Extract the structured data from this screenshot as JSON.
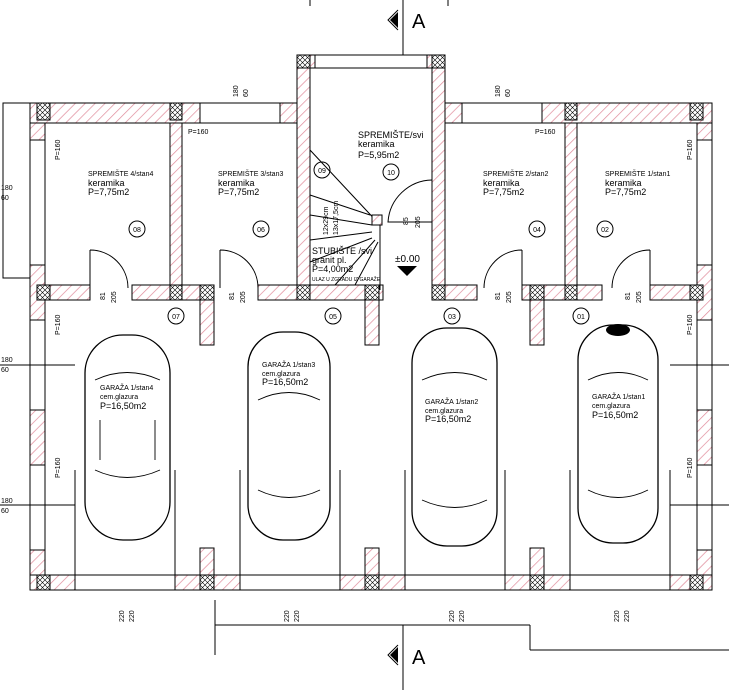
{
  "section": {
    "label": "A"
  },
  "storage_rooms": [
    {
      "name": "SPREMIŠTE 4/stan4",
      "floor": "keramika",
      "area": "P=7,75m2",
      "number": "08"
    },
    {
      "name": "SPREMIŠTE 3/stan3",
      "floor": "keramika",
      "area": "P=7,75m2",
      "number": "06"
    },
    {
      "name": "SPREMIŠTE 2/stan2",
      "floor": "keramika",
      "area": "P=7,75m2",
      "number": "04"
    },
    {
      "name": "SPREMIŠTE 1/stan1",
      "floor": "keramika",
      "area": "P=7,75m2",
      "number": "02"
    }
  ],
  "common_storage": {
    "name": "SPREMIŠTE/svi",
    "floor": "keramika",
    "area": "P=5,95m2",
    "number": "10"
  },
  "stair": {
    "name": "STUBIŠTE /svi",
    "floor": "granit pl.",
    "area": "P=4,00m2",
    "note": "ULAZ U ZGRADU IZ GARAŽE",
    "steps1": "12x29cm",
    "steps2": "13x17,5cm",
    "number": "09"
  },
  "level": "±0.00",
  "garages": [
    {
      "name": "GARAŽA 1/stan4",
      "floor": "cem.glazura",
      "area": "P=16,50m2",
      "number": "07"
    },
    {
      "name": "GARAŽA 1/stan3",
      "floor": "cem.glazura",
      "area": "P=16,50m2",
      "number": "05"
    },
    {
      "name": "GARAŽA 1/stan2",
      "floor": "cem.glazura",
      "area": "P=16,50m2",
      "number": "03"
    },
    {
      "name": "GARAŽA 1/stan1",
      "floor": "cem.glazura",
      "area": "P=16,50m2",
      "number": "01"
    }
  ],
  "dimensions": {
    "window_top": "180",
    "window_bottom": "60",
    "parapet": "P=160",
    "door_w": "81",
    "door_h": "205",
    "door2_w": "85",
    "door2_h": "205",
    "garage_door_w": "220",
    "garage_door_h": "220"
  }
}
